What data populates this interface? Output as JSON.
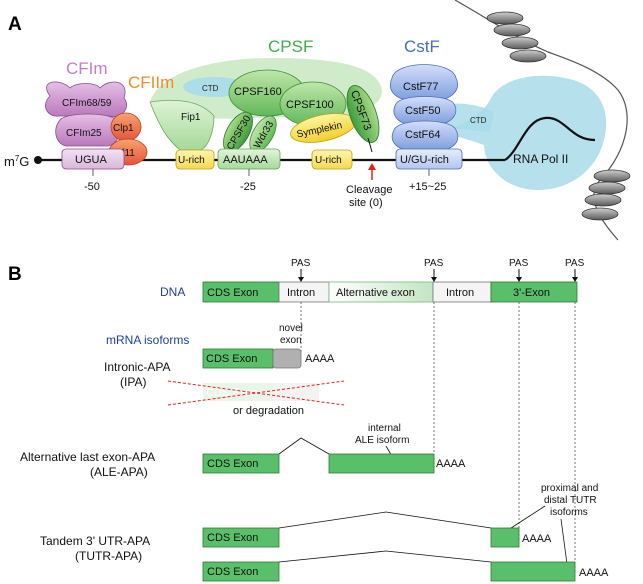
{
  "panel_a": {
    "label": "A",
    "complexes": {
      "cfim": "CFIm",
      "cfiim": "CFIIm",
      "cpsf": "CPSF",
      "cstf": "CstF"
    },
    "proteins": {
      "cfim68_59": "CFIm68/59",
      "cfim25": "CFIm25",
      "clp1": "Clp1",
      "pcf11": "Pcf11",
      "fip1": "Fip1",
      "cpsf160": "CPSF160",
      "cpsf30": "CPSF30",
      "wdr33": "Wdr33",
      "cpsf100": "CPSF100",
      "symplekin": "Symplekin",
      "cpsf73": "CPSF73",
      "cstf77": "CstF77",
      "cstf50": "CstF50",
      "cstf64": "CstF64",
      "rna_pol": "RNA Pol II"
    },
    "ctd_labels": [
      "CTD",
      "CTD"
    ],
    "cap": {
      "m": "m",
      "sup": "7",
      "g": "G"
    },
    "elements": [
      "UGUA",
      "U-rich",
      "AAUAAA",
      "U-rich",
      "U/GU-rich"
    ],
    "positions": [
      "-50",
      "-25",
      "+15~25"
    ],
    "cleavage": {
      "line1": "Cleavage",
      "line2": "site (0)"
    }
  },
  "panel_b": {
    "label": "B",
    "dna_label": "DNA",
    "isoforms_label": "mRNA isoforms",
    "pas": "PAS",
    "dna_segments": [
      "CDS Exon",
      "Intron",
      "Alternative exon",
      "Intron",
      "3'-Exon"
    ],
    "cds_exon": "CDS Exon",
    "polya": "AAAA",
    "novel_exon": {
      "line1": "novel",
      "line2": "exon"
    },
    "degradation": "or degradation",
    "ipa": {
      "line1": "Intronic-APA",
      "line2": "(IPA)"
    },
    "ale": {
      "line1": "Alternative last exon-APA",
      "line2": "(ALE-APA)"
    },
    "ale_note": {
      "line1": "internal",
      "line2": "ALE isoform"
    },
    "tutr": {
      "line1": "Tandem 3' UTR-APA",
      "line2": "(TUTR-APA)"
    },
    "tutr_note": {
      "line1": "proximal and",
      "line2": "distal TUTR",
      "line3": "isoforms"
    }
  },
  "colors": {
    "cfim": "#c37ec4",
    "cfiim": "#f08c2c",
    "cpsf": "#3fae4a",
    "cstf": "#4a6fb8",
    "exon_green": "#5abf6a",
    "alt_exon": "#cfe9cf",
    "ctd_blue": "#a9dbe9",
    "dna_text": "#1f3fa0"
  }
}
